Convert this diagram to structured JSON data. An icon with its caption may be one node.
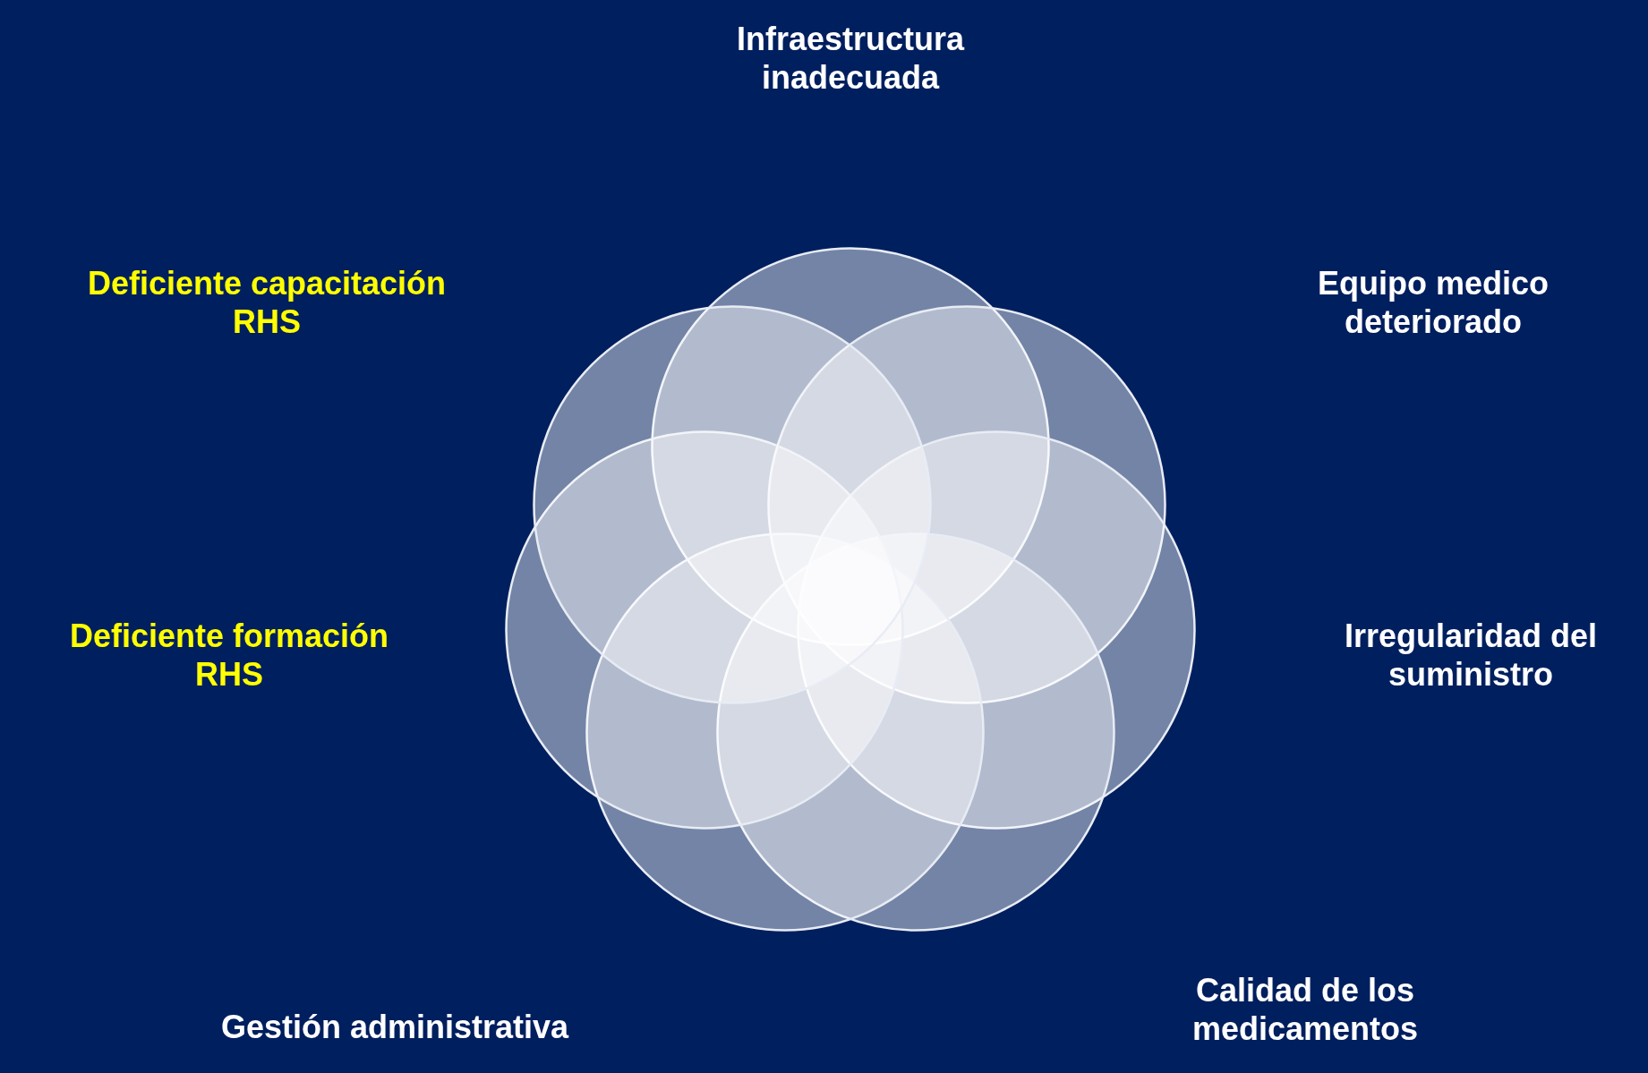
{
  "diagram": {
    "nodes": [
      {
        "text": [],
        "shape": "circle"
      },
      {
        "text": [],
        "shape": "circle"
      },
      {
        "text": [],
        "shape": "circle"
      },
      {
        "text": [],
        "shape": "circle"
      },
      {
        "text": [],
        "shape": "circle"
      },
      {
        "text": [],
        "shape": "circle"
      },
      {
        "text": [],
        "shape": "circle"
      }
    ],
    "labels": [
      "Infraestructura inadecuada",
      "Deficiente capacitación RHS",
      "Equipo medico deteriorado",
      "Deficiente formación RHS",
      "Irregularidad del suministro",
      "Gestión administrativa",
      "Calidad de los medicamentos"
    ]
  }
}
